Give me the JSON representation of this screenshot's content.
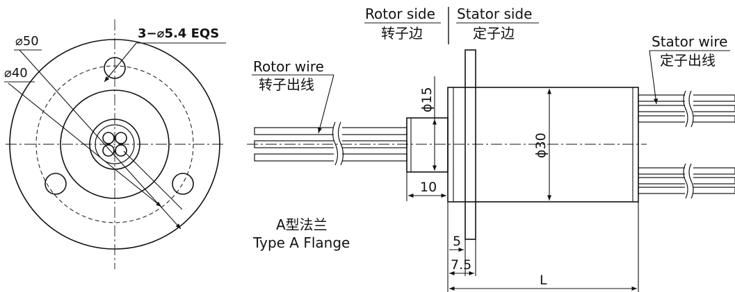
{
  "front_view": {
    "dim_outer": "⌀50",
    "dim_pitch": "⌀40",
    "holes_note": "3−⌀5.4 EQS"
  },
  "side_view": {
    "rotor_side_en": "Rotor side",
    "rotor_side_cn": "转子边",
    "stator_side_en": "Stator side",
    "stator_side_cn": "定子边",
    "rotor_wire_en": "Rotor wire",
    "rotor_wire_cn": "转子出线",
    "stator_wire_en": "Stator wire",
    "stator_wire_cn": "定子出线",
    "dim_shaft": "ϕ15",
    "dim_body": "ϕ30",
    "dim_shaft_len": "10",
    "dim_flange_thk": "5",
    "dim_flange_off": "7.5",
    "dim_length": "L",
    "flange_type_cn": "A型法兰",
    "flange_type_en": "Type A Flange"
  },
  "colors": {
    "line": "#111111",
    "hidden": "#555555"
  }
}
